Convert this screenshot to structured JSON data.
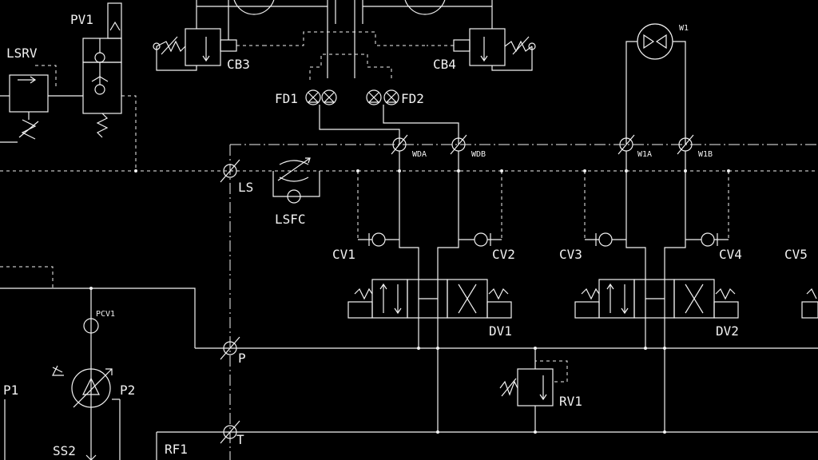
{
  "labels": {
    "pv1": "PV1",
    "lsrv": "LSRV",
    "cb3": "CB3",
    "cb4": "CB4",
    "fd1": "FD1",
    "fd2": "FD2",
    "w1": "W1",
    "wda": "WDA",
    "wdb": "WDB",
    "w1a": "W1A",
    "w1b": "W1B",
    "ls": "LS",
    "lsfc": "LSFC",
    "cv1": "CV1",
    "cv2": "CV2",
    "cv3": "CV3",
    "cv4": "CV4",
    "cv5": "CV5",
    "dv1": "DV1",
    "dv2": "DV2",
    "p": "P",
    "t": "T",
    "pcv1": "PCV1",
    "p1": "P1",
    "p2": "P2",
    "ss2": "SS2",
    "rv1": "RV1",
    "rf1": "RF1"
  }
}
